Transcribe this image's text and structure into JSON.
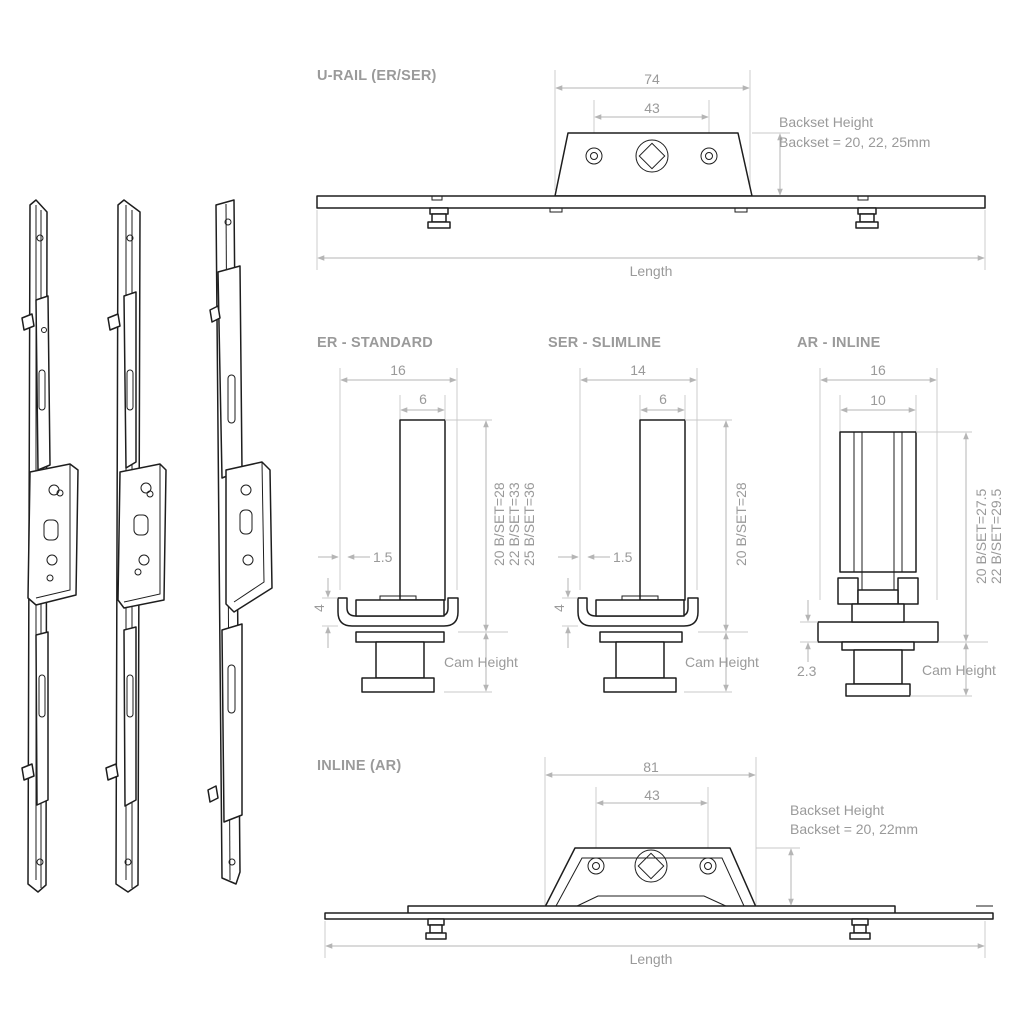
{
  "sections": {
    "urail": {
      "title": "U-RAIL (ER/SER)",
      "dim_outer": "74",
      "dim_inner": "43",
      "backset_label": "Backset Height",
      "backset_values": "Backset = 20, 22, 25mm",
      "length_label": "Length"
    },
    "er": {
      "title": "ER - STANDARD",
      "dim_width": "16",
      "dim_spindle": "6",
      "dim_gap": "1.5",
      "dim_base": "4",
      "cam_label": "Cam Height",
      "bset_lines": [
        "20 B/SET=28",
        "22 B/SET=33",
        "25 B/SET=36"
      ]
    },
    "ser": {
      "title": "SER - SLIMLINE",
      "dim_width": "14",
      "dim_spindle": "6",
      "dim_gap": "1.5",
      "dim_base": "4",
      "cam_label": "Cam Height",
      "bset_lines": [
        "20 B/SET=28"
      ]
    },
    "ar": {
      "title": "AR - INLINE",
      "dim_width": "16",
      "dim_spindle": "10",
      "dim_base": "2.3",
      "cam_label": "Cam Height",
      "bset_lines": [
        "20 B/SET=27.5",
        "22 B/SET=29.5"
      ]
    },
    "inline": {
      "title": "INLINE (AR)",
      "dim_outer": "81",
      "dim_inner": "43",
      "backset_label": "Backset Height",
      "backset_values": "Backset = 20, 22mm",
      "length_label": "Length"
    }
  },
  "colors": {
    "line": "#1e1e1e",
    "dimension": "#b5b5b5",
    "text": "#9a9a9a",
    "background": "#ffffff"
  }
}
